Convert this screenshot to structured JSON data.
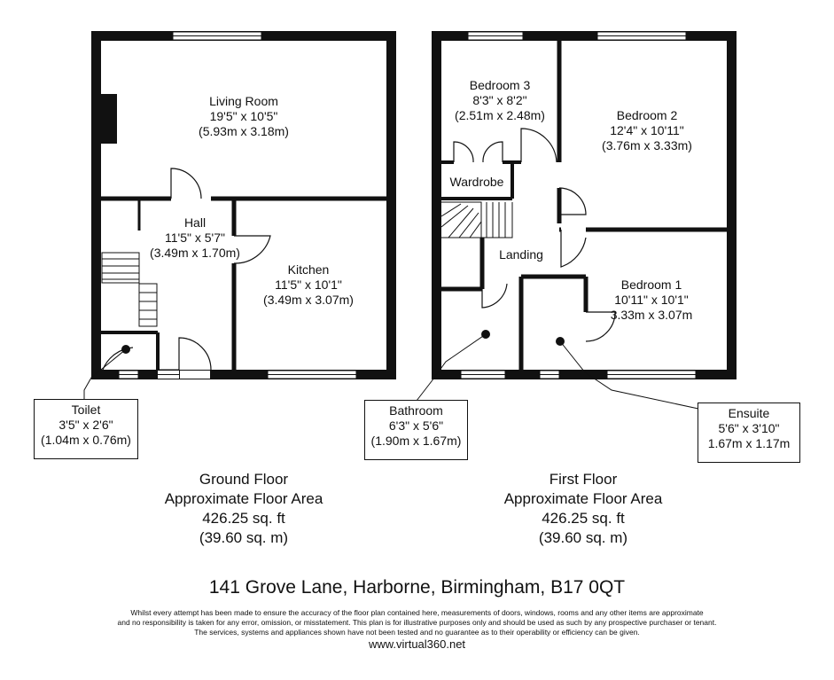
{
  "rooms": {
    "living_room": {
      "name": "Living Room",
      "imperial": "19'5\" x 10'5\"",
      "metric": "(5.93m x 3.18m)"
    },
    "hall": {
      "name": "Hall",
      "imperial": "11'5\" x 5'7\"",
      "metric": "(3.49m x 1.70m)"
    },
    "kitchen": {
      "name": "Kitchen",
      "imperial": "11'5\" x 10'1\"",
      "metric": "(3.49m x 3.07m)"
    },
    "toilet": {
      "name": "Toilet",
      "imperial": "3'5\" x 2'6\"",
      "metric": "(1.04m x 0.76m)"
    },
    "bedroom3": {
      "name": "Bedroom 3",
      "imperial": "8'3\" x 8'2\"",
      "metric": "(2.51m x 2.48m)"
    },
    "bedroom2": {
      "name": "Bedroom 2",
      "imperial": "12'4\" x 10'11\"",
      "metric": "(3.76m x 3.33m)"
    },
    "bedroom1": {
      "name": "Bedroom 1",
      "imperial": "10'11\" x 10'1\"",
      "metric": "3.33m x 3.07m"
    },
    "wardrobe": {
      "name": "Wardrobe"
    },
    "landing": {
      "name": "Landing"
    },
    "bathroom": {
      "name": "Bathroom",
      "imperial": "6'3\" x 5'6\"",
      "metric": "(1.90m x 1.67m)"
    },
    "ensuite": {
      "name": "Ensuite",
      "imperial": "5'6\" x 3'10\"",
      "metric": "1.67m x 1.17m"
    }
  },
  "floors": {
    "ground": {
      "title": "Ground Floor",
      "subtitle": "Approximate Floor Area",
      "sqft": "426.25 sq. ft",
      "sqm": "(39.60 sq. m)"
    },
    "first": {
      "title": "First Floor",
      "subtitle": "Approximate Floor Area",
      "sqft": "426.25 sq. ft",
      "sqm": "(39.60 sq. m)"
    }
  },
  "address": "141 Grove Lane, Harborne, Birmingham, B17 0QT",
  "disclaimer": {
    "line1": "Whilst every attempt has been made to ensure the accuracy of the floor plan contained here, measurements of doors, windows, rooms and any other items are approximate",
    "line2": "and no responsibility is taken for any error, omission, or misstatement. This plan is for illustrative purposes only and should be used as such by any prospective purchaser or tenant.",
    "line3": "The services, systems and appliances shown have not been tested and no guarantee as to their operability or efficiency can be given."
  },
  "website": "www.virtual360.net",
  "colors": {
    "wall": "#111111",
    "background": "#ffffff"
  }
}
